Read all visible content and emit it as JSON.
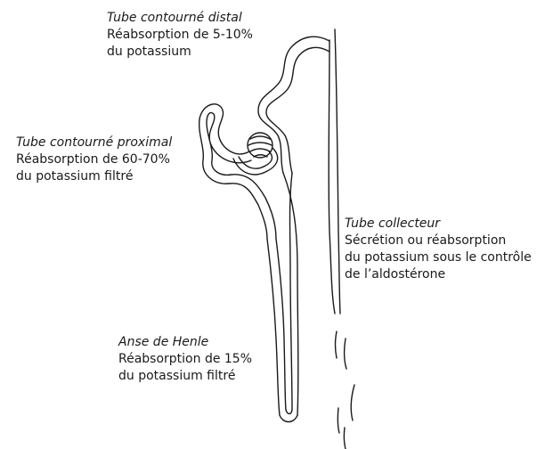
{
  "labels": {
    "distal": {
      "title": "Tube contourné distal",
      "lines": [
        "Réabsorption de 5-10%",
        "du potassium"
      ]
    },
    "proximal": {
      "title": "Tube contourné proximal",
      "lines": [
        "Réabsorption de 60-70%",
        "du potassium filtré"
      ]
    },
    "collecteur": {
      "title": "Tube collecteur",
      "lines": [
        "Sécrétion ou réabsorption",
        "du potassium sous le contrôle",
        "de l’aldostérone"
      ]
    },
    "henle": {
      "title": "Anse de Henle",
      "lines": [
        "Réabsorption de 15%",
        "du potassium filtré"
      ]
    }
  }
}
